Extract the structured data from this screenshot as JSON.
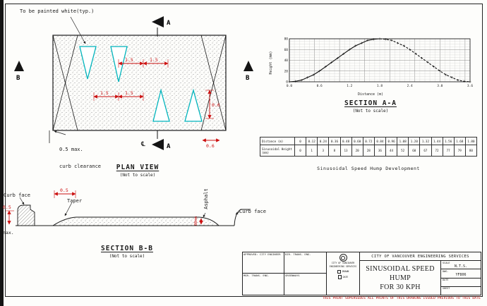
{
  "drawing": {
    "paint_note": "To be painted white(typ.)",
    "plan_title": "PLAN VIEW",
    "plan_subtitle": "(Not to scale)",
    "curb_clearance_line1": "0.5 max.",
    "curb_clearance_line2": "curb clearance",
    "centerline_symbol": "℄",
    "section_a_marker": "A",
    "section_b_marker": "B",
    "dim_15": "1.5",
    "dim_06": "0.6"
  },
  "section_aa": {
    "title": "SECTION A-A",
    "subtitle": "(Not to scale)",
    "xlabel": "Distance (m)",
    "ylabel": "Height (mm)"
  },
  "chart_data": {
    "type": "line",
    "title": "SECTION A-A",
    "xlabel": "Distance (m)",
    "ylabel": "Height (mm)",
    "xlim": [
      0,
      3.6
    ],
    "ylim": [
      0,
      80
    ],
    "grid": true,
    "legend": "none",
    "x": [
      0,
      0.12,
      0.24,
      0.36,
      0.48,
      0.6,
      0.72,
      0.84,
      0.96,
      1.08,
      1.2,
      1.32,
      1.44,
      1.56,
      1.68,
      1.8,
      1.92,
      2.04,
      2.16,
      2.28,
      2.4,
      2.52,
      2.64,
      2.76,
      2.88,
      3,
      3.12,
      3.24,
      3.36,
      3.48,
      3.6
    ],
    "y": [
      0,
      1,
      3,
      8,
      13,
      20,
      28,
      36,
      44,
      52,
      60,
      67,
      72,
      77,
      79,
      80,
      79,
      77,
      72,
      67,
      60,
      52,
      44,
      36,
      28,
      20,
      13,
      8,
      3,
      1,
      0
    ]
  },
  "table": {
    "row1_label": "Distance (m)",
    "row2_label": "Sinusoidal Height (mm)",
    "distances": [
      "0",
      "0.12",
      "0.24",
      "0.36",
      "0.48",
      "0.60",
      "0.72",
      "0.84",
      "0.96",
      "1.08",
      "1.20",
      "1.32",
      "1.44",
      "1.56",
      "1.68",
      "1.80"
    ],
    "heights": [
      "0",
      "1",
      "3",
      "8",
      "13",
      "20",
      "28",
      "36",
      "44",
      "52",
      "60",
      "67",
      "72",
      "77",
      "79",
      "80"
    ],
    "caption": "Sinusoidal Speed Hump Development"
  },
  "section_bb": {
    "title": "SECTION B-B",
    "subtitle": "(Not to scale)",
    "curb_face_left": "Curb face",
    "curb_face_right": "Curb face",
    "taper_label": "Taper",
    "asphalt_label": "Asphalt",
    "dim_taper": "0.5",
    "dim_left": "0.5",
    "dim_left_suffix": "max.",
    "dim_height": "80mm"
  },
  "titleblock": {
    "org": "CITY OF VANCOUVER ENGINEERING SERVICES",
    "title_line1": "SINUSOIDAL SPEED HUMP",
    "title_line2": "FOR 30 KPH",
    "approvals": [
      "APPROVED: CITY ENGINEER",
      "DIR. TRANS. ENG.",
      "MGR. TRANS. ENG.",
      "GREENWAYS"
    ],
    "mini": {
      "line1": "CITY OF VANCOUVER",
      "line2": "ENGINEERING SERVICES",
      "drawn_label": "DRAWN",
      "date_label": "DATE"
    },
    "meta": [
      {
        "label": "SCALE",
        "value": "N.T.S."
      },
      {
        "label": "DWG.",
        "value": "YF806"
      },
      {
        "label": "DATE",
        "value": ""
      },
      {
        "label": "SHEET",
        "value": ""
      }
    ]
  },
  "footer": {
    "fine_print": "THIS PRINT SUPERSEDES ALL PRINTS OF THIS DRAWING ISSUED PREVIOUS TO THIS DATE"
  }
}
